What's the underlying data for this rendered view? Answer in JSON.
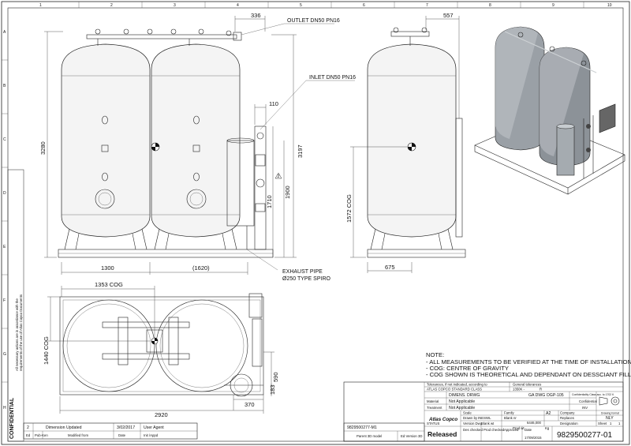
{
  "border": {
    "columns": [
      "1",
      "2",
      "3",
      "4",
      "5",
      "6",
      "7",
      "8",
      "9",
      "10"
    ],
    "rows": [
      "A",
      "B",
      "C",
      "D",
      "E",
      "F",
      "G",
      "H"
    ]
  },
  "front_view": {
    "dim_top": "336",
    "dim_110": "110",
    "dim_height_left": "3280",
    "dim_height_right": "3197",
    "dim_1710": "1710",
    "dim_1900": "1900",
    "dim_1300": "1300",
    "dim_1620": "(1620)",
    "revision_marker": "2",
    "outlet_label": "OUTLET DN50 PN16",
    "inlet_label": "INLET DN50 PN16",
    "exhaust_label_1": "EXHAUST PIPE",
    "exhaust_label_2": "Ø250 TYPE SPIRO"
  },
  "side_view": {
    "dim_top": "557",
    "dim_cog": "1572 COG",
    "dim_bottom": "675"
  },
  "top_view": {
    "dim_cog_x": "1353 COG",
    "dim_cog_y": "1440 COG",
    "dim_590": "590",
    "dim_183": "183",
    "dim_370": "370",
    "dim_2920": "2920"
  },
  "notes": {
    "title": "NOTE:",
    "lines": [
      "- ALL MEASUREMENTS TO BE VERIFIED AT THE TIME OF INSTALLATION.",
      "- COG: CENTRE OF GRAVITY",
      "- COG SHOWN IS THEORETICAL AND DEPENDANT ON DESSCIANT FILLING."
    ]
  },
  "confidential": {
    "title": "CONFIDENTIAL",
    "line1": "All necessary actions are in accordance with the",
    "line2": "requirements of the use of Atlas Copco Documents"
  },
  "revision_block": {
    "rev": "2",
    "description": "Dimension Updated",
    "date": "3/02/2017",
    "agent": "User Agent",
    "col_ed": "Ed",
    "col_pub": "Pub-Ken",
    "col_modified": "Modified from",
    "col_date": "Date",
    "col_appd": "Init /Appd"
  },
  "title_block": {
    "tolerances": "Tolerances, if not indicated, according to",
    "general_tol": "General tolerances",
    "standard": "ATLAS COPCO STANDARD CLASS",
    "std_val": "1350K -",
    "std_r": "R",
    "dimens": "DIMENS. DRWG",
    "title": "GA DWG OGP-105",
    "conf_class": "Confidentiality Class acc. to 1702 K",
    "conf_val": "Confidential",
    "material_lbl": "Material",
    "material_val": "Not Applicable",
    "treatment_lbl": "Treatment",
    "treatment_val": "Not Applicable",
    "inv": "INV",
    "brand": "Atlas Copco",
    "scale_lbl": "Scale",
    "family_lbl": "Family",
    "size_code": "A2",
    "company_lbl": "Company",
    "drawing_format": "Drawing format",
    "nly": "NLY",
    "drawn_by": "Drawn by",
    "drawn_val": "INESWL",
    "blank_nr": "Blank nr",
    "replaces": "Replaces",
    "status_lbl": "STATUS",
    "version_dwg": "Version Dwg",
    "blank_wt": "Blank wt",
    "kg_val": "6446,000",
    "kg_unit": "Kg",
    "prod_wt": "Prod wt",
    "designation": "Designation",
    "sheet_lbl": "Sheet",
    "sheet_val": "1",
    "of_val": "1",
    "released": "Released",
    "des_checked": "Des checked",
    "prod_checked": "Prod checked",
    "approved": "Approved",
    "date_lbl": "Date",
    "date_val": "17/09/2015",
    "part_number": "9829500277-01",
    "ref_number": "9829500277-M1",
    "parent": "Parent 3D model",
    "ed_version": "Ed  Version 3D"
  }
}
